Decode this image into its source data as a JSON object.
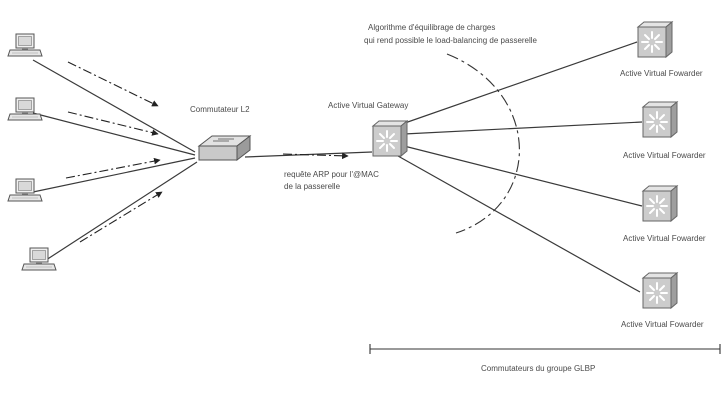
{
  "labels": {
    "l2_switch": "Commutateur L2",
    "avg": "Active Virtual Gateway",
    "arp_line1": "requête ARP pour l'@MAC",
    "arp_line2": "de la passerelle",
    "algo_line1": "Algorithme d'équilibrage de charges",
    "algo_line2": "qui rend possible le load-balancing de passerelle",
    "avf": "Active Virtual Fowarder",
    "group": "Commutateurs du groupe GLBP"
  },
  "icons": {
    "pc": "desktop-computer-icon",
    "l2": "l2-switch-icon",
    "l3": "multilayer-switch-icon"
  },
  "colors": {
    "line": "#3a3a3a",
    "switch_fill": "#c9c9c9",
    "switch_edge": "#6b6b6b",
    "text": "#4a4a4a"
  }
}
